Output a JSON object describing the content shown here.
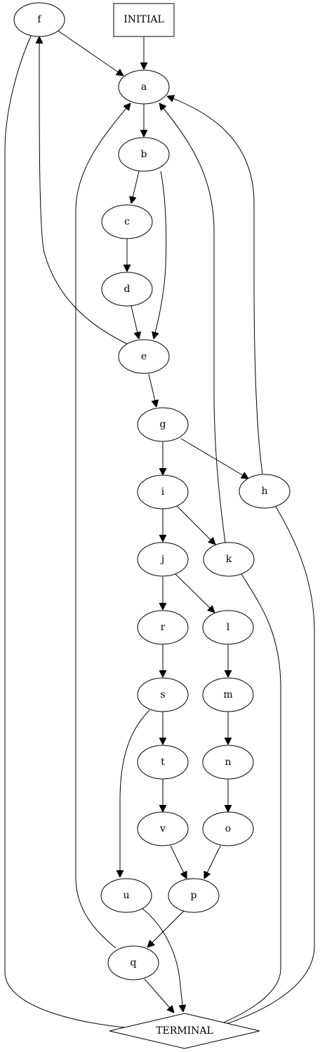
{
  "diagram": {
    "nodes": {
      "initial": "INITIAL",
      "terminal": "TERMINAL",
      "a": "a",
      "b": "b",
      "c": "c",
      "d": "d",
      "e": "e",
      "f": "f",
      "g": "g",
      "h": "h",
      "i": "i",
      "j": "j",
      "k": "k",
      "l": "l",
      "m": "m",
      "n": "n",
      "o": "o",
      "p": "p",
      "q": "q",
      "r": "r",
      "s": "s",
      "t": "t",
      "u": "u",
      "v": "v"
    },
    "edges": [
      [
        "INITIAL",
        "a"
      ],
      [
        "f",
        "a"
      ],
      [
        "f",
        "TERMINAL"
      ],
      [
        "a",
        "b"
      ],
      [
        "b",
        "c"
      ],
      [
        "b",
        "e"
      ],
      [
        "c",
        "d"
      ],
      [
        "d",
        "e"
      ],
      [
        "e",
        "f"
      ],
      [
        "e",
        "g"
      ],
      [
        "g",
        "i"
      ],
      [
        "g",
        "h"
      ],
      [
        "h",
        "a"
      ],
      [
        "h",
        "TERMINAL"
      ],
      [
        "i",
        "j"
      ],
      [
        "i",
        "k"
      ],
      [
        "k",
        "a"
      ],
      [
        "k",
        "TERMINAL"
      ],
      [
        "j",
        "r"
      ],
      [
        "j",
        "l"
      ],
      [
        "r",
        "s"
      ],
      [
        "s",
        "t"
      ],
      [
        "s",
        "u"
      ],
      [
        "t",
        "v"
      ],
      [
        "v",
        "p"
      ],
      [
        "l",
        "m"
      ],
      [
        "m",
        "n"
      ],
      [
        "n",
        "o"
      ],
      [
        "o",
        "p"
      ],
      [
        "p",
        "q"
      ],
      [
        "q",
        "a"
      ],
      [
        "q",
        "TERMINAL"
      ],
      [
        "u",
        "TERMINAL"
      ]
    ]
  }
}
